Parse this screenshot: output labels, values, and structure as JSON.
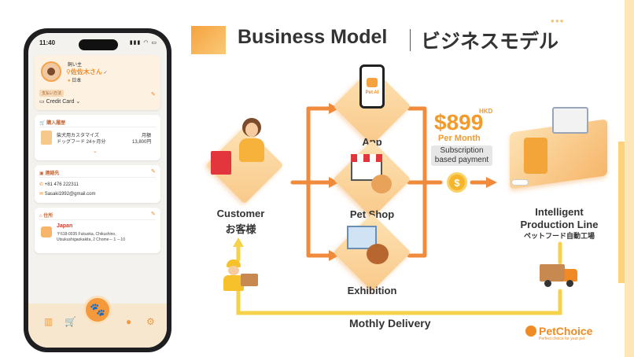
{
  "title": {
    "en": "Business Model",
    "jp": "ビジネスモデル"
  },
  "phone": {
    "time": "11:40",
    "status_icons": "▮▮▮ ◠ ▭",
    "owner_label": "飼い主",
    "owner_name": "佐佐木さん",
    "country": "日本",
    "payment_tag": "支払い方法",
    "payment_method": "Credit Card",
    "history_title": "購入履歴",
    "product_name": "柴犬用カスタマイズ",
    "product_desc": "ドッグフード 24ヶ月分",
    "plan": "月額",
    "price": "13,800円",
    "contact_title": "連絡先",
    "phone_number": "+81 476 222311",
    "email": "Sasaki1992@gmail.com",
    "address_title": "住所",
    "address_country": "Japan",
    "address_line1": "〒618-0035 Fukuoka, Chikushino,",
    "address_line2": "Utsukushigaokakita, 2 Chome－１－10"
  },
  "diagram": {
    "customer_en": "Customer",
    "customer_jp": "お客様",
    "app": "App",
    "app_screen": "Pet AI",
    "petshop": "Pet Shop",
    "exhibition": "Exhibition",
    "price": "$899",
    "currency": "HKD",
    "per_month": "Per Month",
    "subscription": "Subscription based payment",
    "coin_symbol": "$",
    "production_en1": "Intelligent",
    "production_en2": "Production Line",
    "production_jp": "ペットフード自動工場",
    "delivery": "Mothly Delivery"
  },
  "logo": {
    "name": "PetChoice",
    "tagline": "Perfect choice for your pet"
  },
  "colors": {
    "accent": "#f39a2a",
    "line_orange": "#f08a3c",
    "line_yellow": "#f6d24a"
  }
}
